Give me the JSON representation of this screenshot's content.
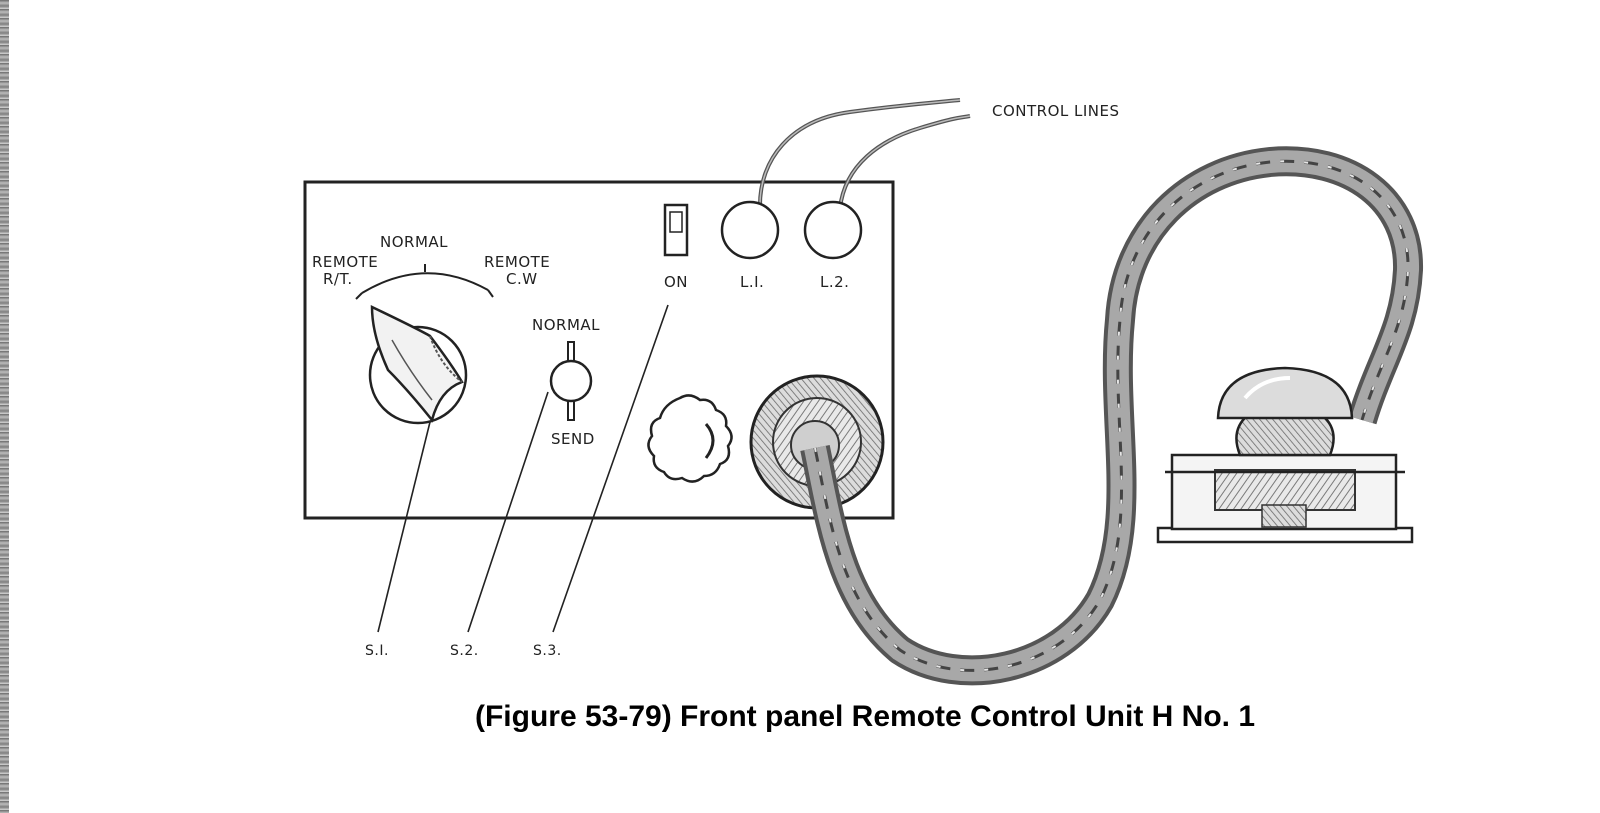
{
  "labels": {
    "control_lines": "CONTROL LINES",
    "selector_normal": "NORMAL",
    "selector_remote_rt_1": "REMOTE",
    "selector_remote_rt_2": "R/T.",
    "selector_remote_cw_1": "REMOTE",
    "selector_remote_cw_2": "C.W",
    "switch_normal": "NORMAL",
    "switch_send": "SEND",
    "on": "ON",
    "l1": "L.I.",
    "l2": "L.2.",
    "s1": "S.I.",
    "s2": "S.2.",
    "s3": "S.3."
  },
  "caption": "(Figure 53-79) Front panel Remote Control Unit H No. 1",
  "colors": {
    "ink": "#222222",
    "cable": "#8a8a8a",
    "background": "#ffffff"
  }
}
